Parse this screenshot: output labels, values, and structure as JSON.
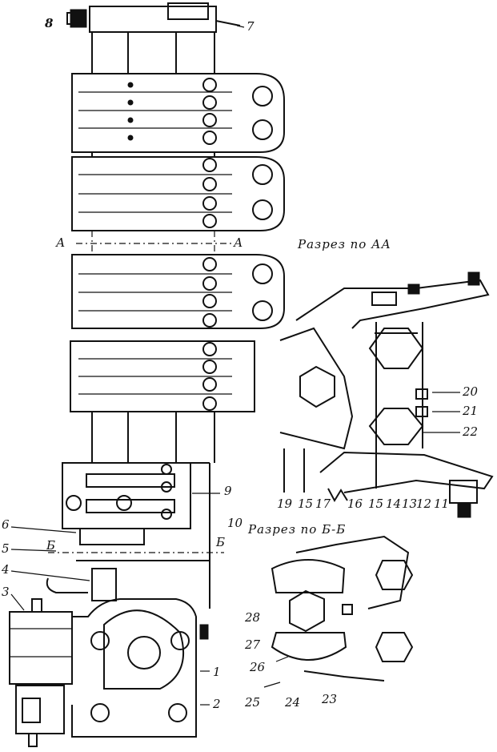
{
  "section_titles": {
    "aa": "Разрез по АА",
    "bb": "Разрез по Б-Б"
  },
  "section_markers": {
    "a_left": "А",
    "a_right": "А",
    "b_left": "Б",
    "b_right": "Б"
  },
  "labels": {
    "n1": "1",
    "n2": "2",
    "n3": "3",
    "n4": "4",
    "n5": "5",
    "n6": "6",
    "n7": "7",
    "n8": "8",
    "n9": "9",
    "n10": "10",
    "n11": "11",
    "n12": "12",
    "n13": "13",
    "n14": "14",
    "n15a": "15",
    "n15b": "15",
    "n16": "16",
    "n17": "17",
    "n19": "19",
    "n20": "20",
    "n21": "21",
    "n22": "22",
    "n23": "23",
    "n24": "24",
    "n25": "25",
    "n26": "26",
    "n27": "27",
    "n28": "28"
  }
}
